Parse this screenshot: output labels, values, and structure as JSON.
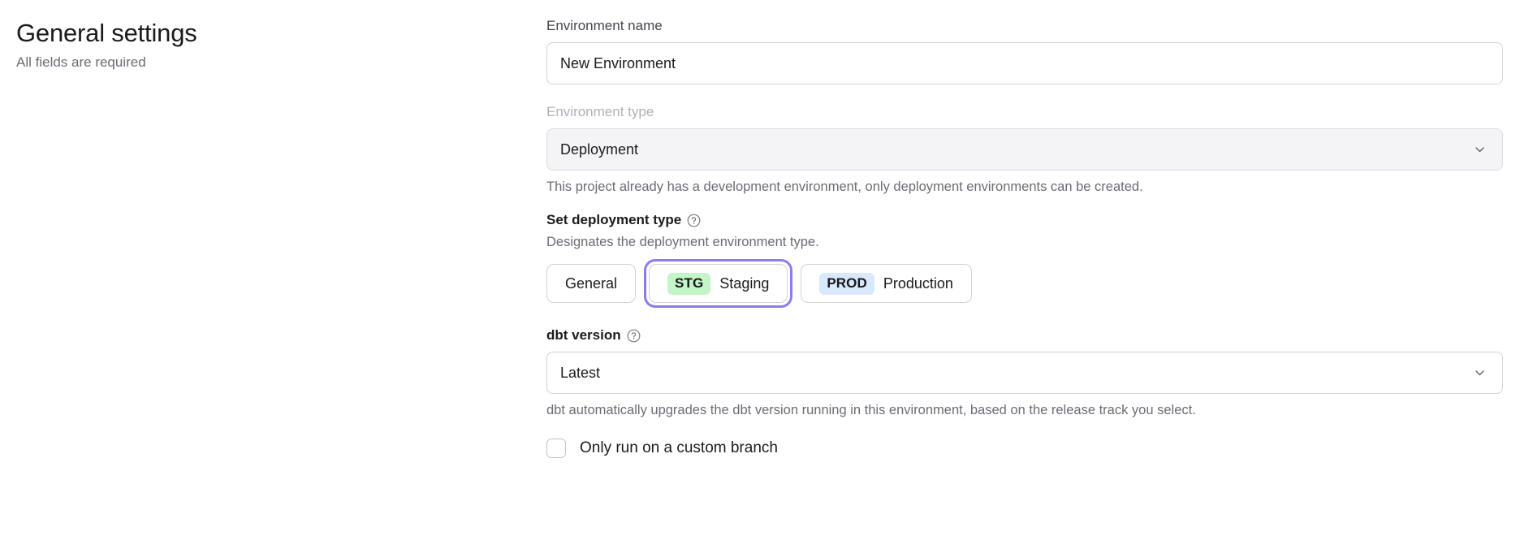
{
  "header": {
    "title": "General settings",
    "subtitle": "All fields are required"
  },
  "form": {
    "environment_name": {
      "label": "Environment name",
      "value": "New Environment",
      "placeholder": "Environment name"
    },
    "environment_type": {
      "label": "Environment type",
      "value": "Deployment",
      "disabled": true,
      "help_text": "This project already has a development environment, only deployment environments can be created.",
      "chevron_icon": "chevron-down-icon"
    },
    "deployment_type": {
      "label": "Set deployment type",
      "help_icon": "help-circle-icon",
      "description": "Designates the deployment environment type.",
      "options": [
        {
          "badge": "",
          "label": "General",
          "selected": false,
          "focused": false
        },
        {
          "badge": "STG",
          "label": "Staging",
          "selected": false,
          "focused": true,
          "badge_color": "#c4f5c9"
        },
        {
          "badge": "PROD",
          "label": "Production",
          "selected": false,
          "focused": false,
          "badge_color": "#d9e8fb"
        }
      ]
    },
    "dbt_version": {
      "label": "dbt version",
      "help_icon": "help-circle-icon",
      "value": "Latest",
      "help_text": "dbt automatically upgrades the dbt version running in this environment, based on the release track you select.",
      "chevron_icon": "chevron-down-icon"
    },
    "custom_branch": {
      "label": "Only run on a custom branch",
      "checked": false
    }
  },
  "colors": {
    "focus_ring": "#8c7cf0",
    "border": "#d2d2d8",
    "muted_text": "#6b6b76",
    "disabled_bg": "#f4f4f6"
  }
}
